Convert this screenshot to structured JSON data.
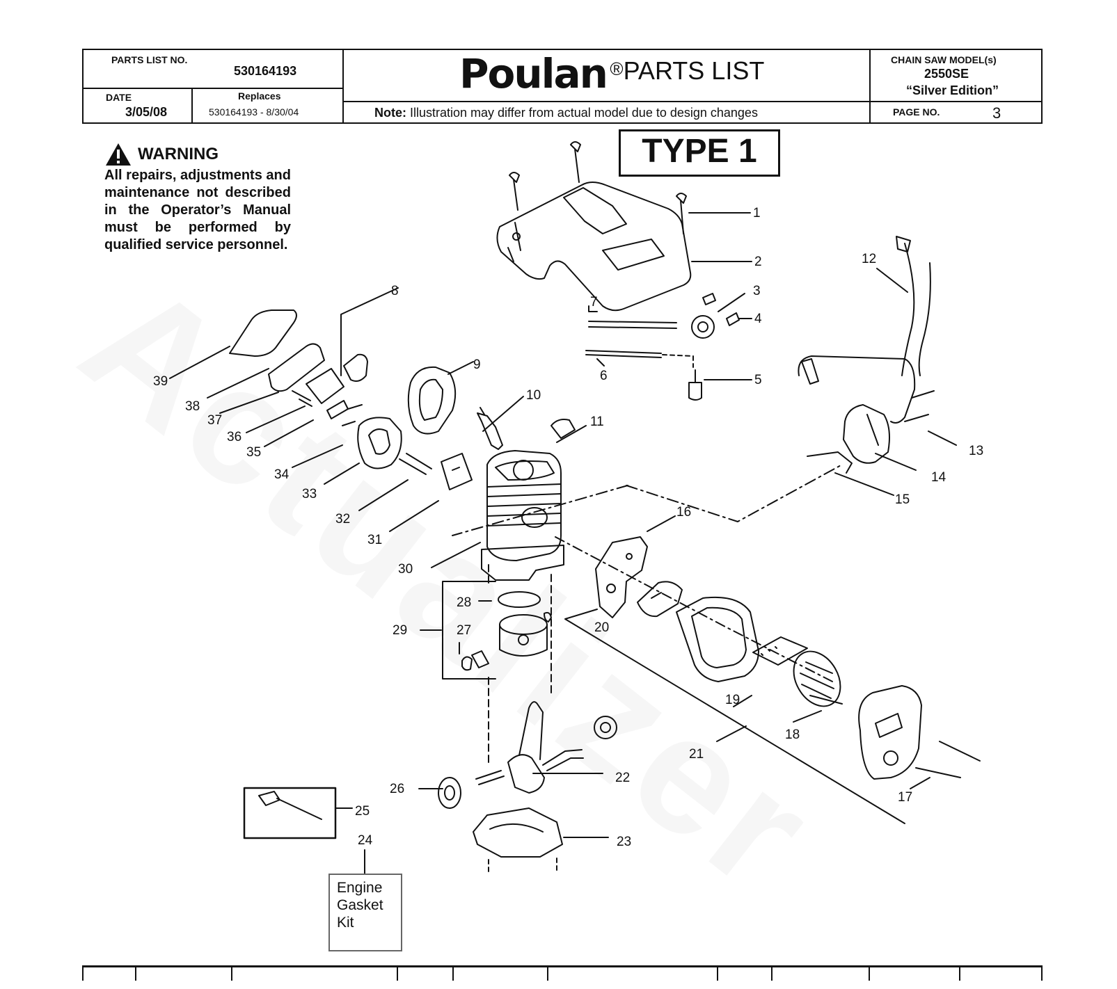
{
  "header": {
    "parts_list_no_label": "PARTS LIST NO.",
    "parts_list_no": "530164193",
    "date_label": "DATE",
    "date": "3/05/08",
    "replaces_label": "Replaces",
    "replaces": "530164193 - 8/30/04",
    "brand": "Poulan",
    "reg_mark": "®",
    "title": "PARTS LIST",
    "note_label": "Note:",
    "note_text": " Illustration may differ from actual model due to design changes",
    "model_label": "CHAIN SAW MODEL(s)",
    "model": "2550SE",
    "edition": "“Silver  Edition”",
    "page_label": "PAGE   NO.",
    "page_no": "3"
  },
  "warning": {
    "title": "WARNING",
    "body": "All repairs, adjustments and maintenance not described in the Operator’s Manual must be performed by qualified service personnel."
  },
  "type_label": "TYPE 1",
  "kit_label": "Engine Gasket Kit",
  "watermark": "Actualizer",
  "callouts": [
    "1",
    "2",
    "3",
    "4",
    "5",
    "6",
    "7",
    "8",
    "9",
    "10",
    "11",
    "12",
    "13",
    "14",
    "15",
    "16",
    "17",
    "18",
    "19",
    "20",
    "21",
    "22",
    "23",
    "24",
    "25",
    "26",
    "27",
    "28",
    "29",
    "30",
    "31",
    "32",
    "33",
    "34",
    "35",
    "36",
    "37",
    "38",
    "39"
  ]
}
